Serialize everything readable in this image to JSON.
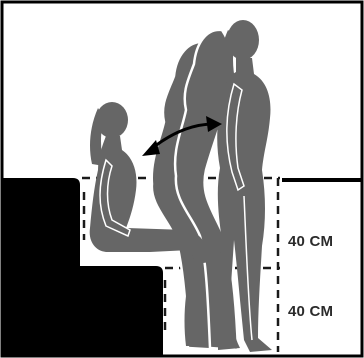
{
  "diagram": {
    "title": "",
    "labels": {
      "upper_height": "40 CM",
      "lower_height": "40 CM"
    },
    "icons": {
      "motion_arrow": "double-headed-arrow-icon",
      "figures": [
        "seated-woman-figure",
        "transition-silhouette",
        "standing-woman-figure"
      ]
    },
    "colors": {
      "frame": "#000000",
      "steps": "#000000",
      "figure": "#666666",
      "outline": "#ffffff",
      "guides": "#1a1a1a",
      "text": "#2b2b2b"
    }
  }
}
